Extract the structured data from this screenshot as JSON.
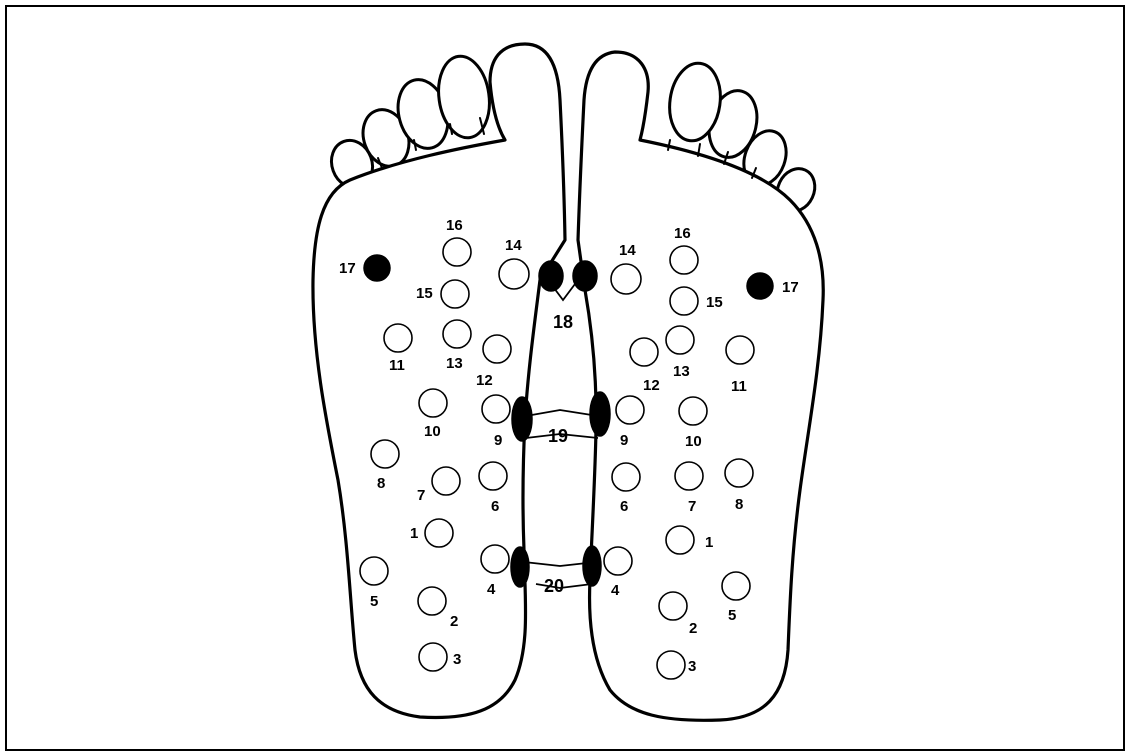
{
  "labels": {
    "left": {
      "p1": "1",
      "p2": "2",
      "p3": "3",
      "p4": "4",
      "p5": "5",
      "p6": "6",
      "p7": "7",
      "p8": "8",
      "p9": "9",
      "p10": "10",
      "p11": "11",
      "p12": "12",
      "p13": "13",
      "p14": "14",
      "p15": "15",
      "p16": "16",
      "p17": "17"
    },
    "right": {
      "p1": "1",
      "p2": "2",
      "p3": "3",
      "p4": "4",
      "p5": "5",
      "p6": "6",
      "p7": "7",
      "p8": "8",
      "p9": "9",
      "p10": "10",
      "p11": "11",
      "p12": "12",
      "p13": "13",
      "p14": "14",
      "p15": "15",
      "p16": "16",
      "p17": "17"
    },
    "center": {
      "z18": "18",
      "z19": "19",
      "z20": "20"
    }
  },
  "colors": {
    "ink": "#000000",
    "paper": "#ffffff"
  }
}
